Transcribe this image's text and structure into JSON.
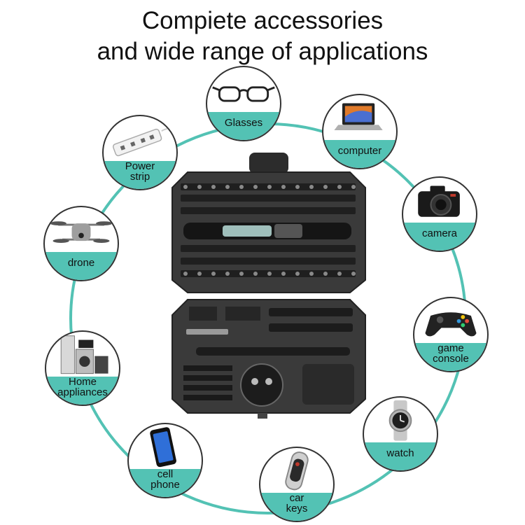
{
  "heading": {
    "line1": "Compiete accessories",
    "line2": "and wide range of applications"
  },
  "colors": {
    "accent": "#53c2b4",
    "case": "#3a3a3a",
    "case_dark": "#262626",
    "outline": "#333333"
  },
  "applications": [
    {
      "id": "glasses",
      "icon": "glasses-icon",
      "lines": [
        "Glasses"
      ]
    },
    {
      "id": "computer",
      "icon": "laptop-icon",
      "lines": [
        "computer"
      ]
    },
    {
      "id": "camera",
      "icon": "camera-icon",
      "lines": [
        "camera"
      ]
    },
    {
      "id": "game-console",
      "icon": "gamepad-icon",
      "lines": [
        "game",
        "console"
      ]
    },
    {
      "id": "watch",
      "icon": "watch-icon",
      "lines": [
        "watch"
      ]
    },
    {
      "id": "car-keys",
      "icon": "car-key-icon",
      "lines": [
        "car",
        "keys"
      ]
    },
    {
      "id": "cell-phone",
      "icon": "phone-icon",
      "lines": [
        "cell",
        "phone"
      ]
    },
    {
      "id": "home-appliances",
      "icon": "appliances-icon",
      "lines": [
        "Home",
        "appliances"
      ]
    },
    {
      "id": "drone",
      "icon": "drone-icon",
      "lines": [
        "drone"
      ]
    },
    {
      "id": "power-strip",
      "icon": "power-strip-icon",
      "lines": [
        "Power",
        "strip"
      ]
    }
  ]
}
